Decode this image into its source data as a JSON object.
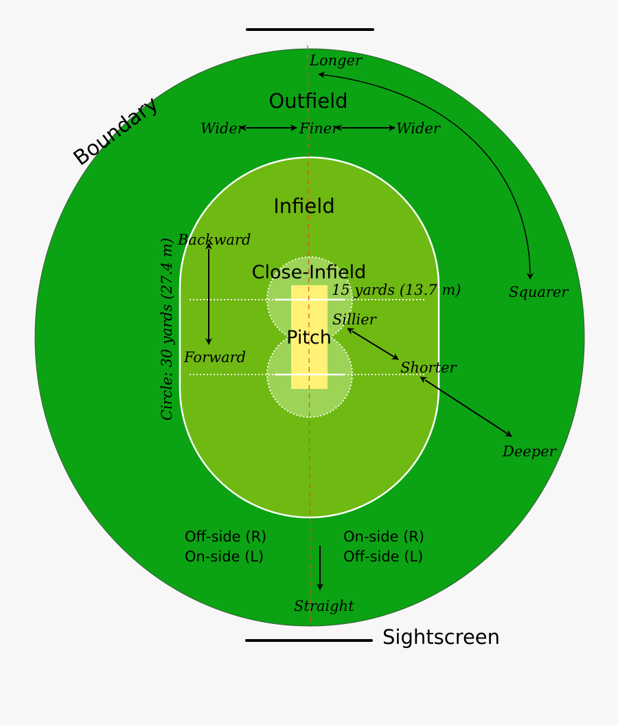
{
  "diagram": {
    "colors": {
      "background": "#f7f7f7",
      "outfield": "#0ba314",
      "infield": "#6fb913",
      "close_infield": "#9dd356",
      "pitch": "#fff176",
      "center_line": "#e05a2a",
      "arrows": "#000000",
      "circle_stroke": "#ffffff"
    },
    "labels": {
      "boundary": "Boundary",
      "outfield": "Outfield",
      "infield": "Infield",
      "close_infield": "Close-Infield",
      "pitch": "Pitch",
      "sightscreen": "Sightscreen",
      "circle_radius": "Circle: 30 yards (27.4 m)",
      "close_radius": "15 yards (13.7 m)"
    },
    "directions": {
      "longer": "Longer",
      "squarer": "Squarer",
      "wider_left": "Wider",
      "finer": "Finer",
      "wider_right": "Wider",
      "backward": "Backward",
      "forward": "Forward",
      "sillier": "Sillier",
      "shorter": "Shorter",
      "deeper": "Deeper",
      "straight": "Straight"
    },
    "sides": {
      "left_line1": "Off-side (R)",
      "left_line2": "On-side (L)",
      "right_line1": "On-side (R)",
      "right_line2": "Off-side (L)"
    }
  }
}
